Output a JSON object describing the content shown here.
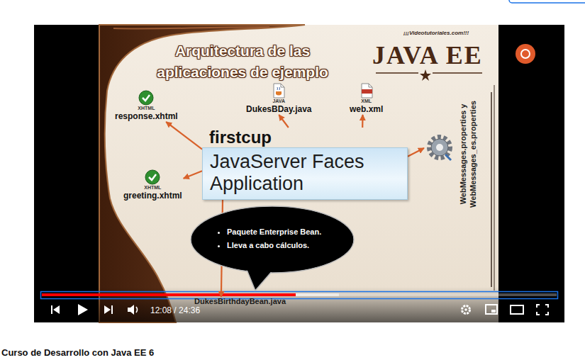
{
  "diagram": {
    "title": "Arquitectura de las aplicaciones de ejemplo",
    "caption": "Curso de Desarrollo con Java EE 6",
    "nodes": [
      {
        "text": [
          "XHTML",
          "response.xhtml"
        ]
      },
      {
        "text": [
          "JAVA",
          "DukesBDay.java"
        ]
      },
      {
        "text": [
          "XML",
          "web.xml"
        ]
      },
      {
        "text": [
          "firstcup",
          "JavaServer Faces Application"
        ]
      },
      {
        "text": [
          "WebMessages.properties y WebMessages_es.properties"
        ]
      },
      {
        "text": [
          "XHTML",
          "greeting.xhtml"
        ]
      },
      {
        "text": [
          "Paquete Enterprise Bean.",
          "Lleva a cabo cálculos."
        ]
      },
      {
        "text": [
          "DukesBirthdayBean.java"
        ]
      }
    ],
    "edges": [
      {
        "from": 3,
        "to": 0,
        "arrow": "to"
      },
      {
        "from": 3,
        "to": 1,
        "arrow": "to"
      },
      {
        "from": 3,
        "to": 2,
        "arrow": "to"
      },
      {
        "from": 3,
        "to": 4,
        "arrow": "to"
      },
      {
        "from": 3,
        "to": 5,
        "arrow": "to"
      },
      {
        "from": 3,
        "to": 7,
        "arrow": "to"
      }
    ],
    "labels": [
      "¡¡¡Videotutoriales.com!!!",
      "JAVA EE",
      "12:08 / 24:36"
    ]
  }
}
